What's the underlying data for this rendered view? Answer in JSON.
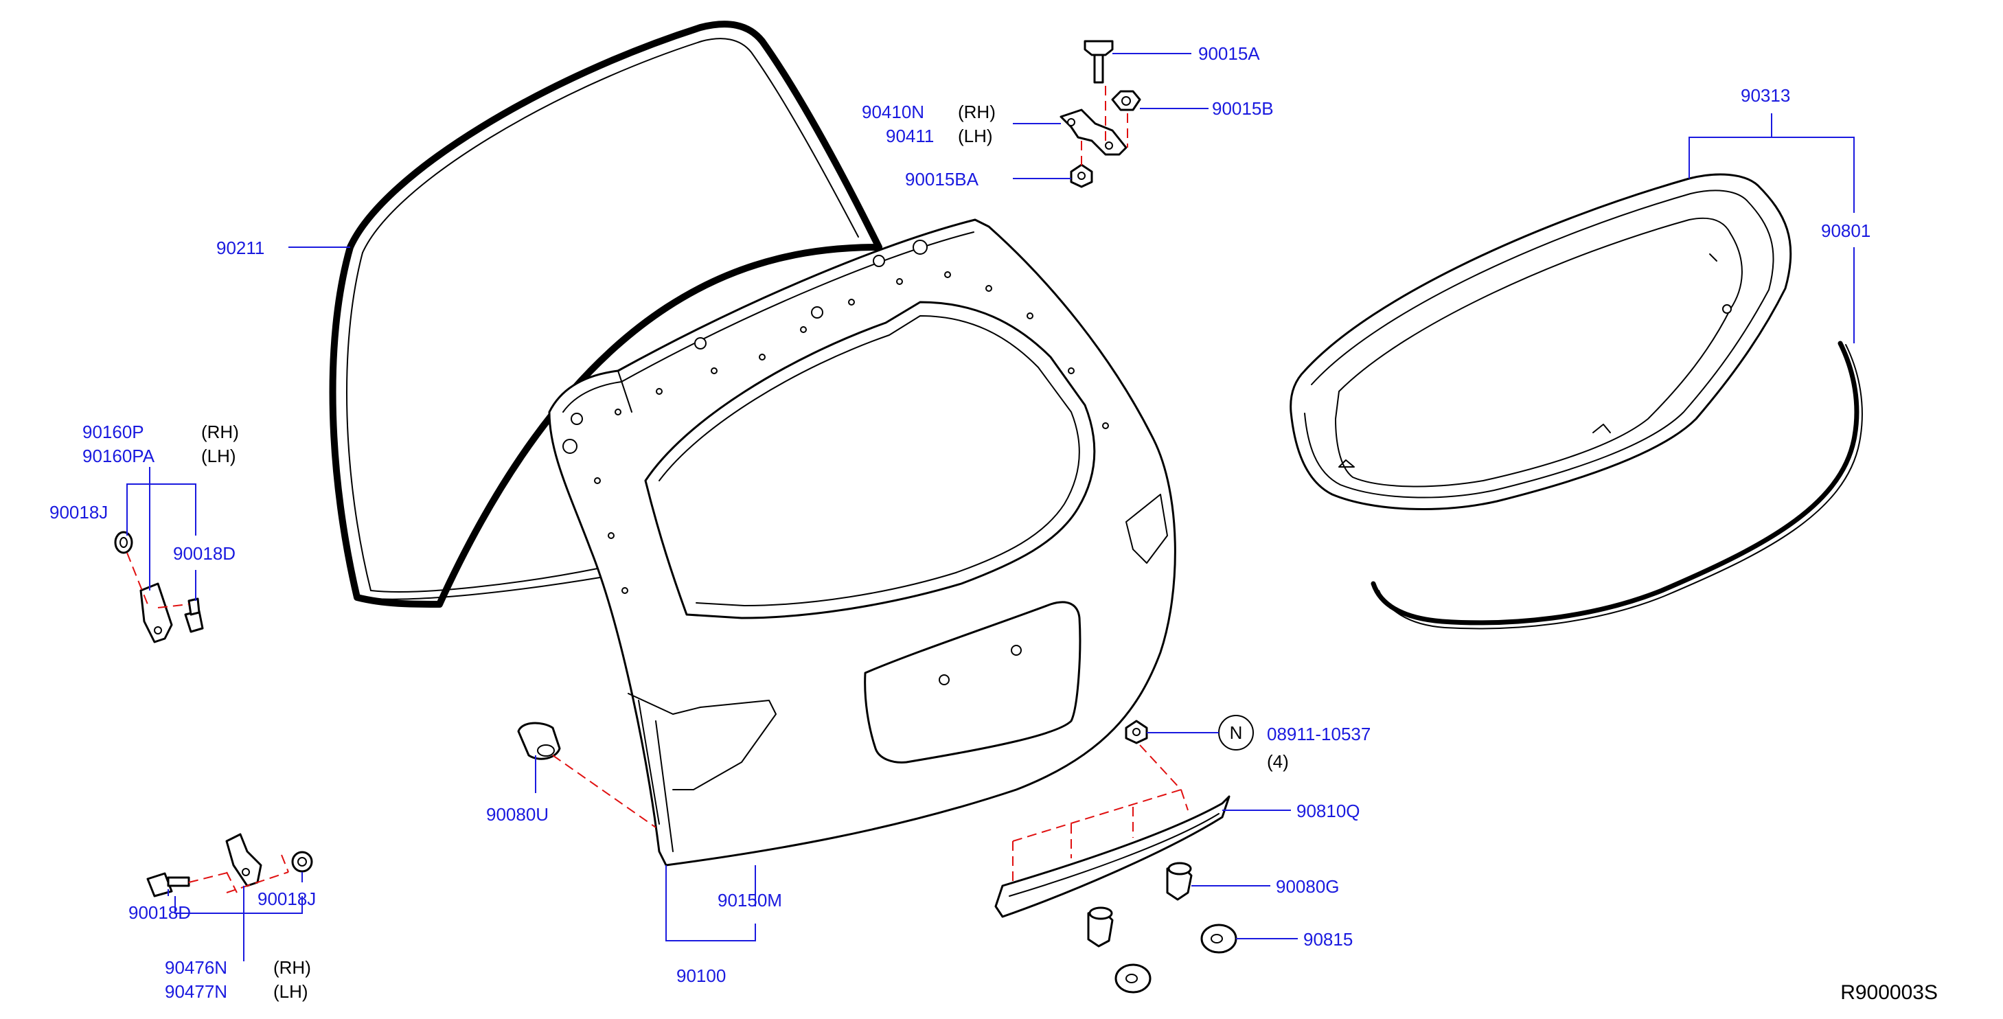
{
  "labels": {
    "p90211": "90211",
    "p90015A": "90015A",
    "p90015B": "90015B",
    "p90015BA": "90015BA",
    "p90410N": "90410N",
    "p90411": "90411",
    "p90313": "90313",
    "p90801": "90801",
    "p90160P": "90160P",
    "p90160PA": "90160PA",
    "p90018J_top": "90018J",
    "p90018D_top": "90018D",
    "p90080U": "90080U",
    "p08911": "08911-10537",
    "qty4": "(4)",
    "circleN": "N",
    "p90810Q": "90810Q",
    "p90080G": "90080G",
    "p90815": "90815",
    "p90150M": "90150M",
    "p90100": "90100",
    "p90018D_bot": "90018D",
    "p90018J_bot": "90018J",
    "p90476N": "90476N",
    "p90477N": "90477N"
  },
  "sides": {
    "rh": "(RH)",
    "lh": "(LH)"
  },
  "reference": "R900003S",
  "colors": {
    "label": "#1a1adf",
    "leader": "#1a1adf",
    "dashed_guide": "#e01010",
    "part_outline": "#000000"
  }
}
